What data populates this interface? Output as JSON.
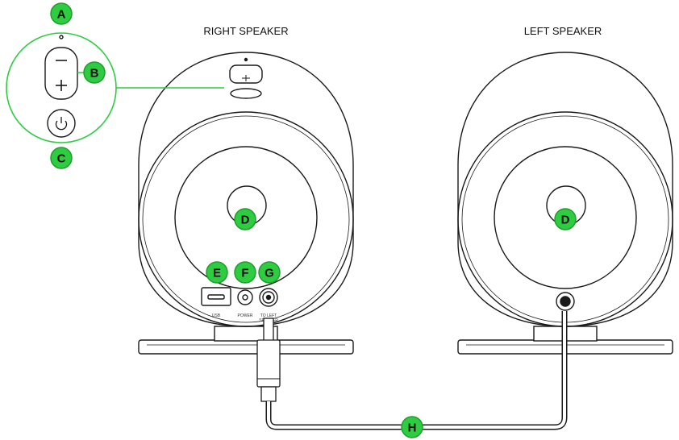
{
  "titles": {
    "right": "RIGHT SPEAKER",
    "left": "LEFT SPEAKER"
  },
  "ports": {
    "usb": "USB",
    "power": "POWER",
    "to_left_1": "TO LEFT",
    "to_left_2": "SPEAKER"
  },
  "callouts": {
    "a": "A",
    "b": "B",
    "c": "C",
    "d_right": "D",
    "d_left": "D",
    "e": "E",
    "f": "F",
    "g": "G",
    "h": "H"
  },
  "colors": {
    "callout_fill": "#2ecc40",
    "callout_stroke": "#1f9e2c",
    "outline": "#1a1a1a"
  }
}
